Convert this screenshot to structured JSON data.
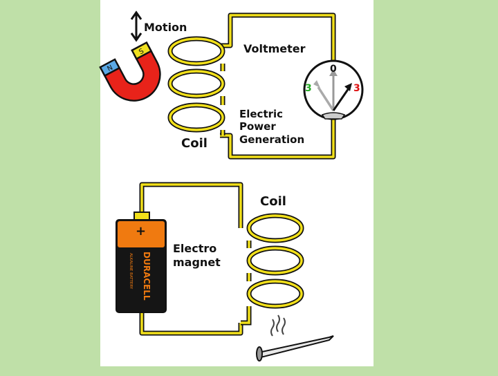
{
  "colors": {
    "page_bg": "#bfe0a8",
    "panel_bg": "#ffffff",
    "wire": "#f2e01a",
    "outline": "#111111",
    "magnet_red": "#e8231a",
    "magnet_n": "#5aa9e6",
    "magnet_s": "#f0e020",
    "meter_green": "#22aa22",
    "meter_red": "#dd1111",
    "battery_orange": "#f07a10",
    "battery_black": "#151515"
  },
  "top": {
    "motion_label": "Motion",
    "voltmeter_label": "Voltmeter",
    "coil_label": "Coil",
    "generation_lines": [
      "Electric",
      "Power",
      "Generation"
    ],
    "meter": {
      "zero": "0",
      "left": "3",
      "right": "3"
    },
    "magnet": {
      "north": "N",
      "south": "S"
    },
    "icons": [
      "motion-arrow-icon",
      "horseshoe-magnet-icon",
      "voltmeter-icon"
    ]
  },
  "bottom": {
    "coil_label": "Coil",
    "electromagnet_lines": [
      "Electro",
      "magnet"
    ],
    "battery": {
      "plus": "+",
      "brand": "DURACELL",
      "subtext": "ALKALINE BATTERY"
    },
    "icons": [
      "battery-icon",
      "nail-icon"
    ]
  }
}
